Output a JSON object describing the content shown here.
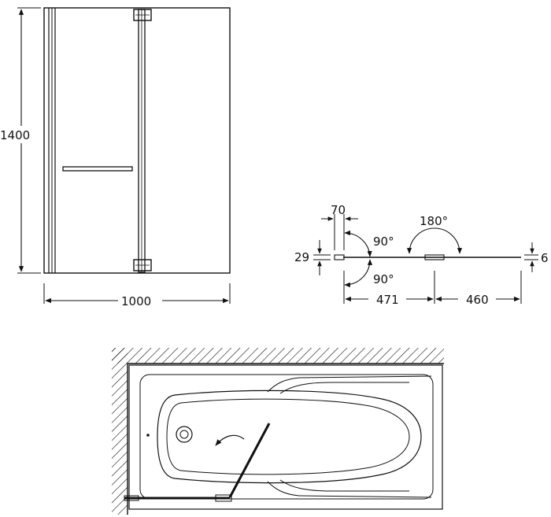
{
  "front_view": {
    "height_label": "1400",
    "width_label": "1000"
  },
  "plan_view": {
    "panel_width_label": "70",
    "thickness_label": "29",
    "swing_upper_label": "90°",
    "swing_lower_label": "90°",
    "fold_label": "180°",
    "gap_label": "6",
    "panel1_label": "471",
    "panel2_label": "460"
  },
  "colors": {
    "line": "#111111",
    "background": "#ffffff"
  }
}
